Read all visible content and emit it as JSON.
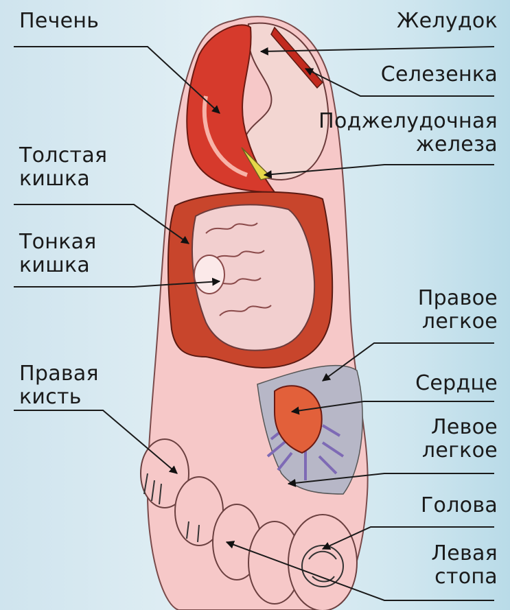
{
  "labels": {
    "liver": "Печень",
    "stomach": "Желудок",
    "spleen": "Селезенка",
    "pancreas": [
      "Поджелудочная",
      "железа"
    ],
    "large_intestine": [
      "Толстая",
      "кишка"
    ],
    "small_intestine": [
      "Тонкая",
      "кишка"
    ],
    "right_hand": [
      "Правая",
      "кисть"
    ],
    "right_lung": [
      "Правое",
      "легкое"
    ],
    "heart": "Сердце",
    "left_lung": [
      "Левое",
      "легкое"
    ],
    "head": "Голова",
    "left_foot": [
      "Левая",
      "стопа"
    ]
  },
  "colors": {
    "liver": "#d63a2c",
    "stomach": "#f3d6d2",
    "foot_skin": "#f6c8c8",
    "intestine_large": "#c8452c",
    "intestine_small": "#f2cfcf",
    "pancreas": "#e6d84a",
    "lungs": "#7e6ab5",
    "heart": "#e2603a",
    "arrow": "#111111",
    "leader_line": "#1a1a1a"
  }
}
